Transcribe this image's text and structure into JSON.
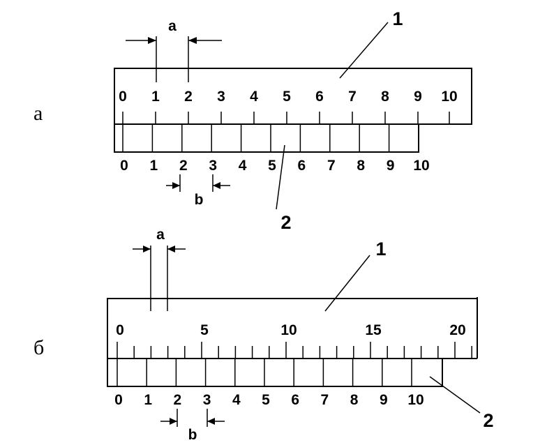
{
  "panel_a": {
    "panel_label": "а",
    "main_scale_numbers": [
      "0",
      "1",
      "2",
      "3",
      "4",
      "5",
      "6",
      "7",
      "8",
      "9",
      "10"
    ],
    "vernier_numbers": [
      "0",
      "1",
      "2",
      "3",
      "4",
      "5",
      "6",
      "7",
      "8",
      "9",
      "10"
    ],
    "dim_a_label": "a",
    "dim_b_label": "b",
    "callout_1": "1",
    "callout_2": "2"
  },
  "panel_b": {
    "panel_label": "б",
    "main_scale_numbers": [
      "0",
      "5",
      "10",
      "15",
      "20"
    ],
    "vernier_numbers": [
      "0",
      "1",
      "2",
      "3",
      "4",
      "5",
      "6",
      "7",
      "8",
      "9",
      "10"
    ],
    "dim_a_label": "a",
    "dim_b_label": "b",
    "callout_1": "1",
    "callout_2": "2"
  }
}
